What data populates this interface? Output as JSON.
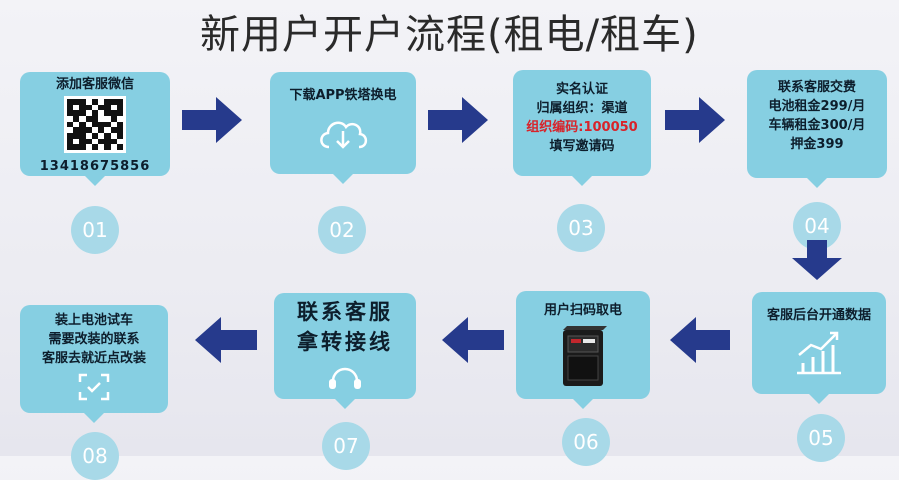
{
  "title": "新用户开户流程(租电/租车)",
  "steps": [
    {
      "number": "01",
      "lines": [
        "添加客服微信"
      ],
      "phone": "13418675856",
      "icon": "qr-code"
    },
    {
      "number": "02",
      "lines": [
        "下载APP铁塔换电"
      ],
      "icon": "cloud-download-icon"
    },
    {
      "number": "03",
      "lines": [
        "实名认证",
        "归属组织：渠道"
      ],
      "highlight": "组织编码:100050",
      "after": "填写邀请码"
    },
    {
      "number": "04",
      "lines": [
        "联系客服交费",
        "电池租金299/月",
        "车辆租金300/月",
        "押金399"
      ]
    },
    {
      "number": "05",
      "lines": [
        "客服后台开通数据"
      ],
      "icon": "chart-up-icon"
    },
    {
      "number": "06",
      "lines": [
        "用户扫码取电"
      ],
      "icon": "battery-cabinet-image"
    },
    {
      "number": "07",
      "lines": [
        "联系客服",
        "拿转接线"
      ],
      "icon": "headset-icon"
    },
    {
      "number": "08",
      "lines": [
        "装上电池试车",
        "需要改装的联系",
        "客服去就近点改装"
      ],
      "icon": "scan-icon"
    }
  ],
  "colors": {
    "box": "#86cfe2",
    "arrow": "#263a8c",
    "circle": "#a8d9e8",
    "highlight": "#d8232a"
  }
}
